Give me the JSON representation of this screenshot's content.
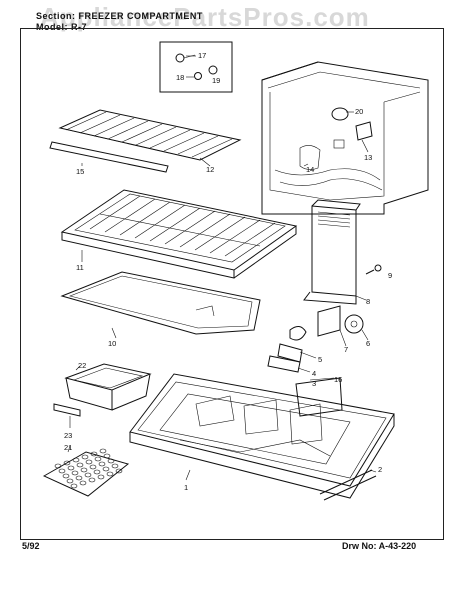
{
  "header": {
    "watermark": "AppliancePartsPros.com",
    "section_label": "Section:",
    "section_value": "FREEZER COMPARTMENT",
    "model_label": "Model:",
    "model_value": "R-7"
  },
  "footer": {
    "date": "5/92",
    "drawing_no": "Drw No: A-43-220"
  },
  "callouts": [
    "1",
    "2",
    "3",
    "4",
    "5",
    "6",
    "7",
    "8",
    "9",
    "10",
    "11",
    "12",
    "13",
    "14",
    "15",
    "16",
    "17",
    "18",
    "19",
    "20",
    "21",
    "22",
    "23"
  ]
}
